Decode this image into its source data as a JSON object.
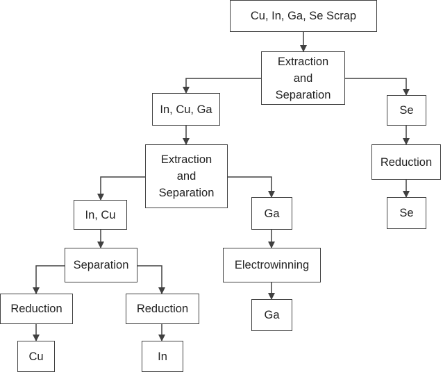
{
  "nodes": {
    "scrap": "Cu, In, Ga, Se Scrap",
    "extraction_1": "Extraction\nand\nSeparation",
    "in_cu_ga": "In, Cu, Ga",
    "se_1": "Se",
    "extraction_2": "Extraction\nand\nSeparation",
    "reduction_se": "Reduction",
    "se_2": "Se",
    "in_cu": "In, Cu",
    "ga_1": "Ga",
    "separation": "Separation",
    "electrowinning": "Electrowinning",
    "reduction_cu": "Reduction",
    "reduction_in": "Reduction",
    "ga_2": "Ga",
    "cu": "Cu",
    "in": "In"
  },
  "colors": {
    "line": "#404040",
    "text": "#222222",
    "box_fill": "#ffffff"
  }
}
